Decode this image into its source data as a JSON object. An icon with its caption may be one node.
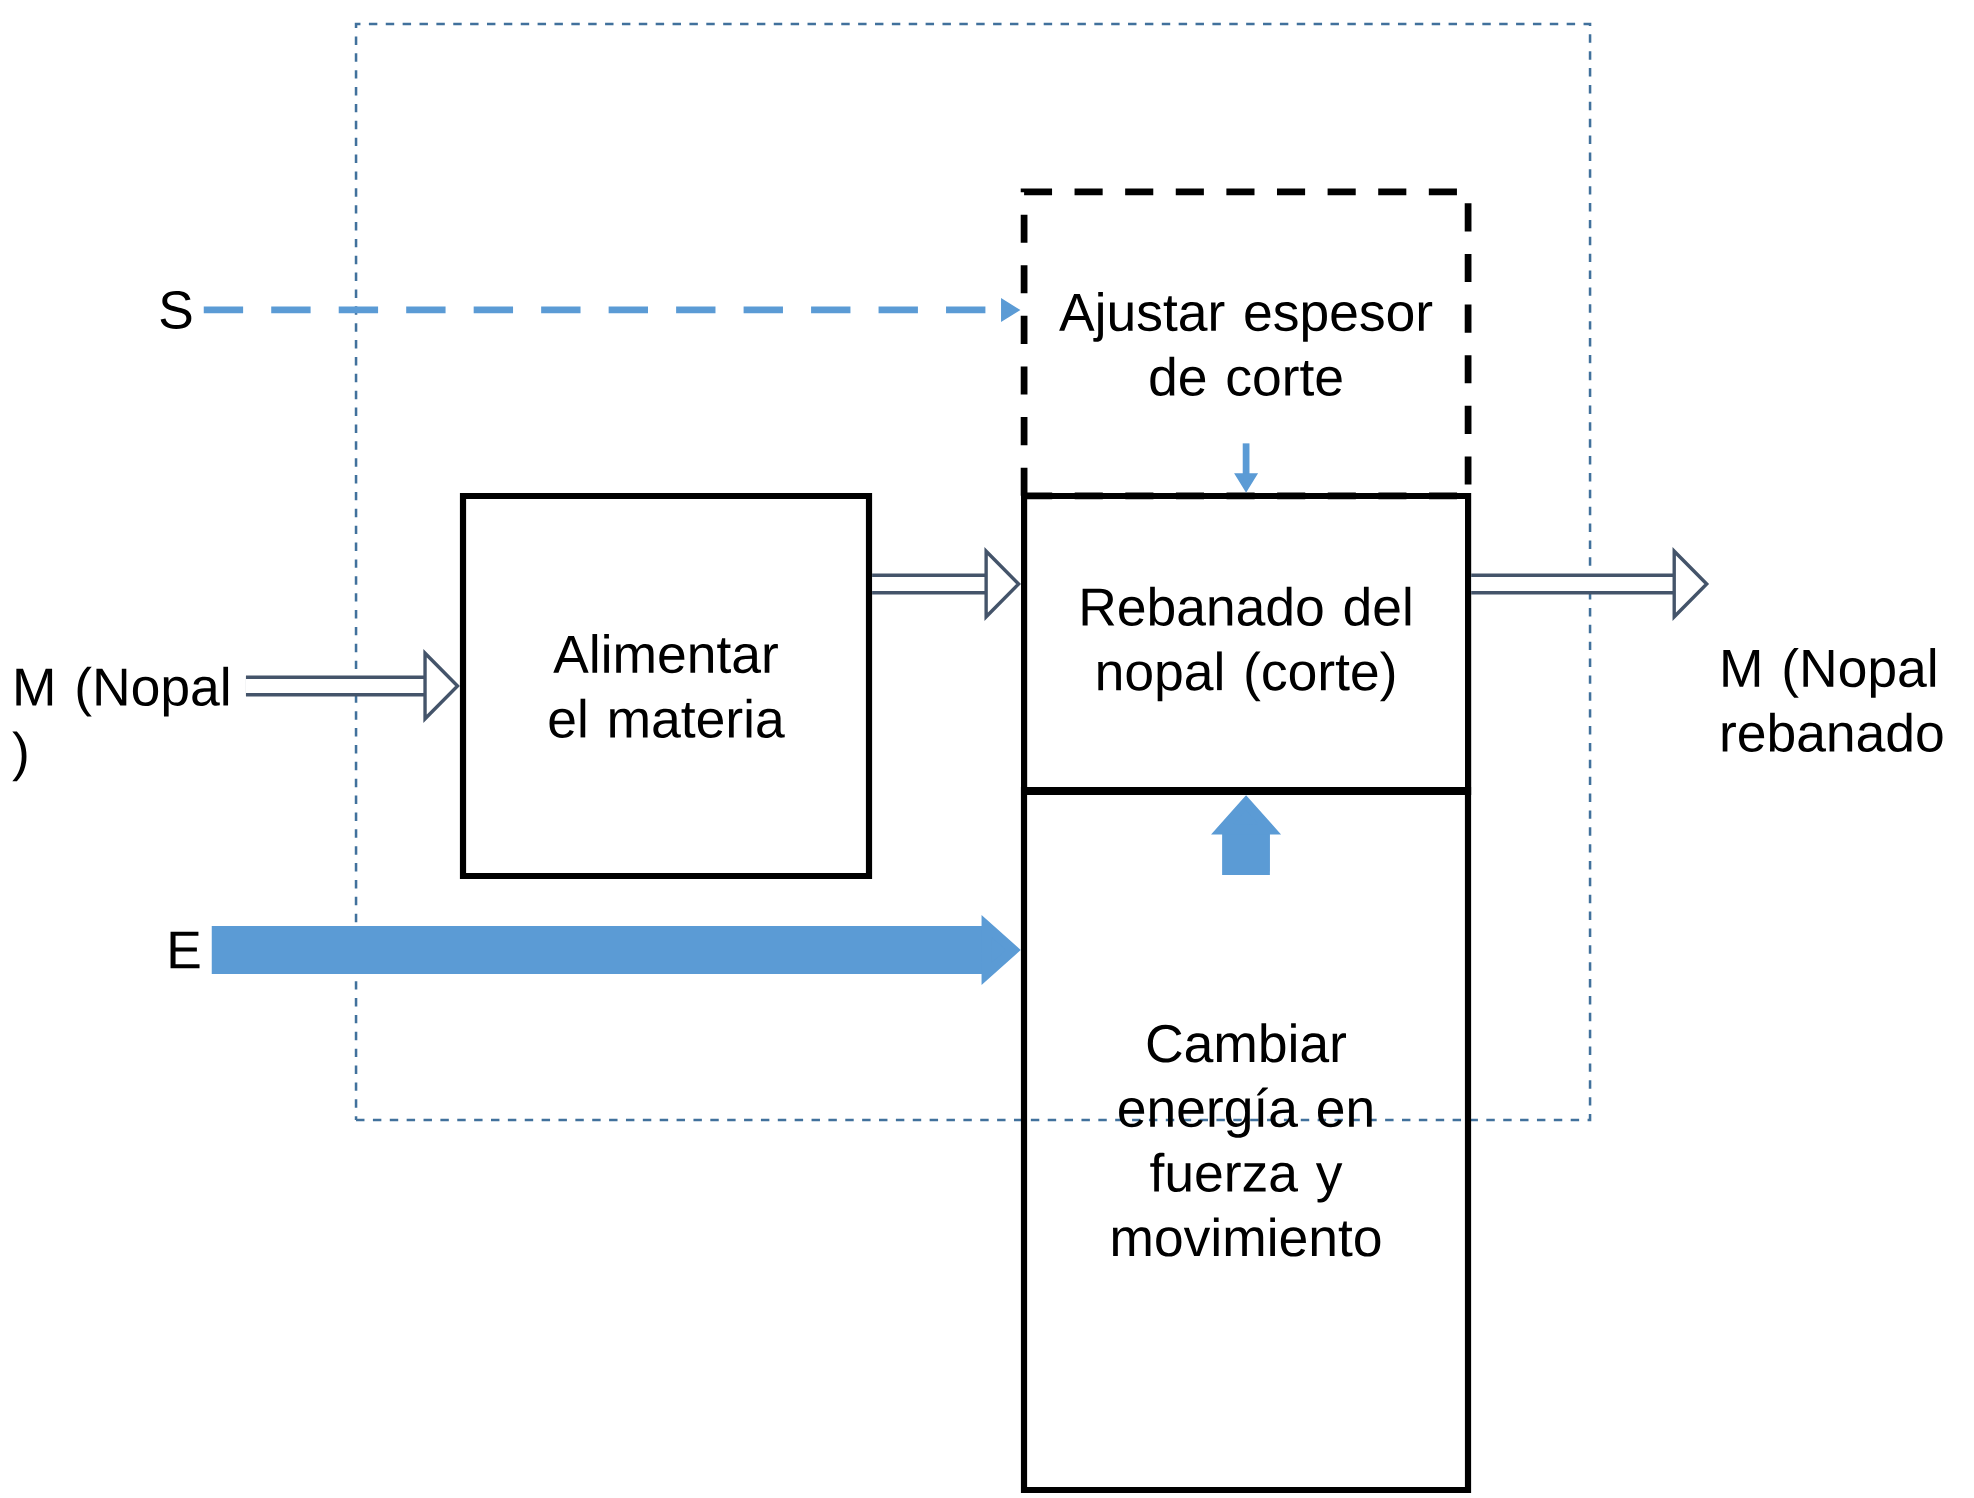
{
  "diagram": {
    "nodes": [
      {
        "text": [],
        "shape": "box"
      },
      {
        "text": [
          "S"
        ]
      },
      {
        "text": [
          "M (Nopal )"
        ]
      },
      {
        "text": [
          "E"
        ]
      },
      {
        "text": [
          "Alimentar el materia"
        ],
        "in": 0
      },
      {
        "text": [
          "Ajustar espesor de corte"
        ],
        "in": 0
      },
      {
        "text": [
          "Rebanado del nopal (corte)"
        ],
        "in": 0
      },
      {
        "text": [
          "Cambiar energía en fuerza y movimiento"
        ]
      },
      {
        "text": [
          "M (Nopal rebanado"
        ]
      }
    ],
    "edges": [
      {
        "from": 1,
        "to": 5,
        "arrow": "to",
        "style": "dashed",
        "color": "#5b9bd5"
      },
      {
        "from": 2,
        "to": 4,
        "arrow": "to",
        "color": "#44546a"
      },
      {
        "from": 4,
        "to": 6,
        "arrow": "to",
        "color": "#44546a"
      },
      {
        "from": 5,
        "to": 6,
        "arrow": "to",
        "style": "dashed",
        "color": "#5b9bd5"
      },
      {
        "from": 7,
        "to": 6,
        "arrow": "to",
        "style": "thick",
        "color": "#5b9bd5"
      },
      {
        "from": 3,
        "to": 7,
        "arrow": "to",
        "style": "thick",
        "color": "#5b9bd5"
      },
      {
        "from": 6,
        "to": 8,
        "arrow": "to",
        "color": "#44546a"
      }
    ]
  }
}
